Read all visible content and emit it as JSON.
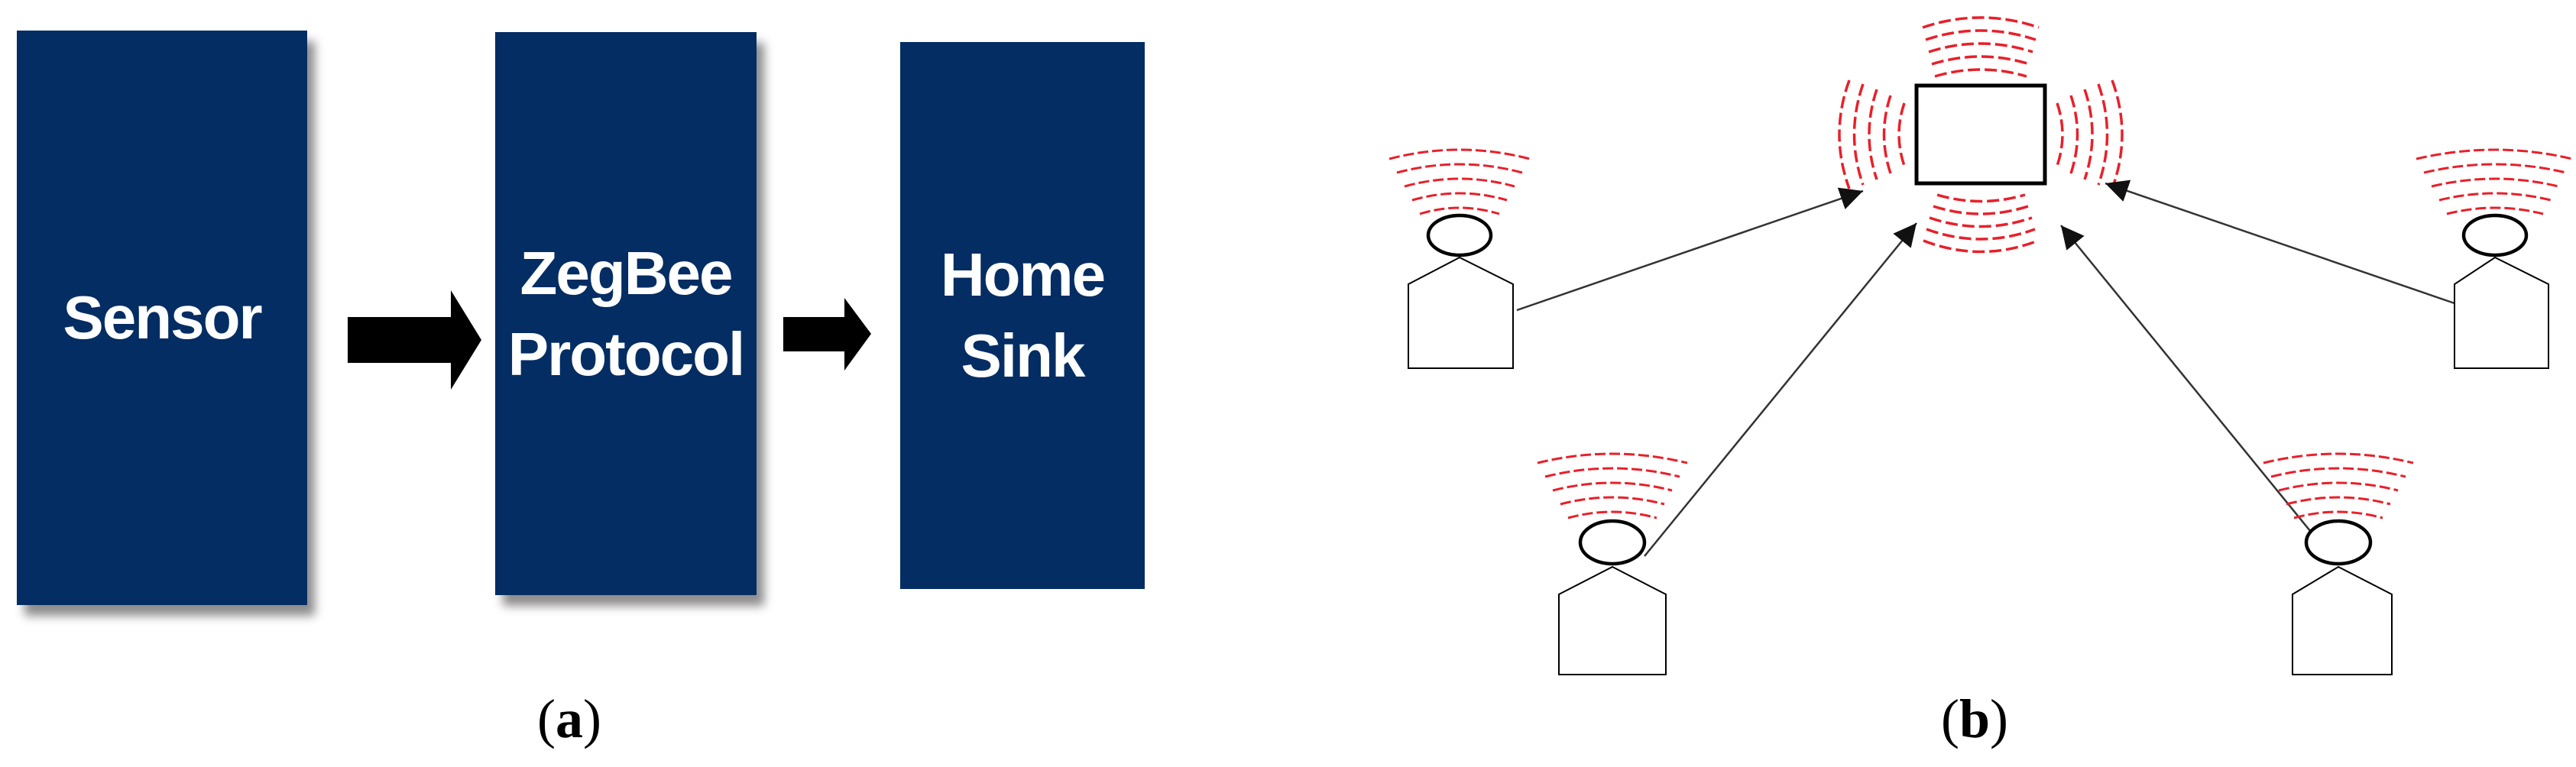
{
  "panel_a": {
    "blocks": [
      {
        "id": "sensor",
        "label": "Sensor"
      },
      {
        "id": "protocol",
        "label": "ZegBee\nProtocol"
      },
      {
        "id": "sink",
        "label": "Home\nSink"
      }
    ],
    "caption_open": "(",
    "caption_letter": "a",
    "caption_close": ")"
  },
  "panel_b": {
    "caption_open": "(",
    "caption_letter": "b",
    "caption_close": ")"
  },
  "colors": {
    "block_fill": "#042d63",
    "block_text": "#ffffff",
    "arrow": "#000000",
    "signal_wave": "#e8202a",
    "line": "#333333"
  },
  "icons": {
    "central_node": "rectangle-receiver-icon",
    "sensor_node": "person-sensor-icon",
    "signal": "wireless-wave-icon"
  }
}
